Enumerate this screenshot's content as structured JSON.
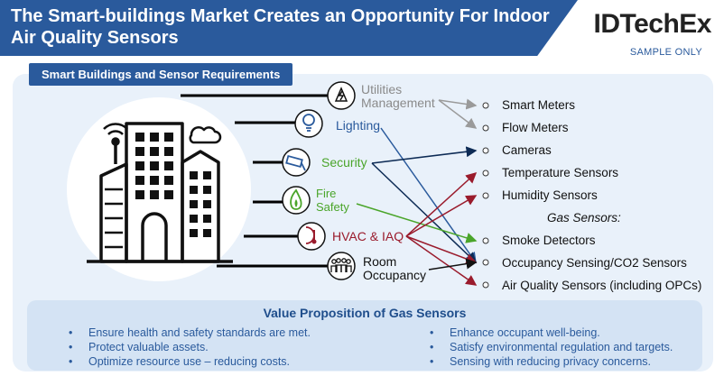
{
  "header": {
    "title": "The Smart-buildings Market Creates an Opportunity For Indoor Air Quality Sensors",
    "brand": "IDTechEx",
    "sample": "SAMPLE ONLY"
  },
  "section_badge": "Smart Buildings and Sensor Requirements",
  "sectors": [
    {
      "id": "utilities",
      "label_lines": [
        "Utilities",
        "Management"
      ],
      "icon": "lightning-icon",
      "color": "#8a8a8a"
    },
    {
      "id": "lighting",
      "label_lines": [
        "Lighting"
      ],
      "icon": "bulb-icon",
      "color": "#2a5a9c"
    },
    {
      "id": "security",
      "label_lines": [
        "Security"
      ],
      "icon": "camera-icon",
      "color": "#4aa52a"
    },
    {
      "id": "fire",
      "label_lines": [
        "Fire",
        "Safety"
      ],
      "icon": "flame-icon",
      "color": "#4aa52a"
    },
    {
      "id": "hvac",
      "label_lines": [
        "HVAC & IAQ"
      ],
      "icon": "thermometer-icon",
      "color": "#9a1b2c"
    },
    {
      "id": "occupancy",
      "label_lines": [
        "Room",
        "Occupancy"
      ],
      "icon": "people-icon",
      "color": "#111111"
    }
  ],
  "outputs": [
    "Smart Meters",
    "Flow Meters",
    "Cameras",
    "Temperature Sensors",
    "Humidity Sensors",
    "Smoke Detectors",
    "Occupancy Sensing/CO2 Sensors",
    "Air Quality Sensors (including OPCs)"
  ],
  "gas_sensors_header": "Gas Sensors:",
  "connections": [
    {
      "from": "utilities",
      "to": 0,
      "color": "#9a9a9a"
    },
    {
      "from": "utilities",
      "to": 1,
      "color": "#9a9a9a"
    },
    {
      "from": "lighting",
      "to": 6,
      "color": "#2a5a9c"
    },
    {
      "from": "security",
      "to": 2,
      "color": "#0d2b55"
    },
    {
      "from": "security",
      "to": 6,
      "color": "#0d2b55"
    },
    {
      "from": "fire",
      "to": 5,
      "color": "#4aa52a"
    },
    {
      "from": "hvac",
      "to": 3,
      "color": "#9a1b2c"
    },
    {
      "from": "hvac",
      "to": 4,
      "color": "#9a1b2c"
    },
    {
      "from": "hvac",
      "to": 6,
      "color": "#9a1b2c"
    },
    {
      "from": "hvac",
      "to": 7,
      "color": "#9a1b2c"
    },
    {
      "from": "occupancy",
      "to": 6,
      "color": "#111111"
    }
  ],
  "value_prop": {
    "title": "Value Proposition of Gas Sensors",
    "left": [
      "Ensure health and safety standards are met.",
      "Protect valuable assets.",
      "Optimize resource use – reducing costs."
    ],
    "right": [
      "Enhance occupant well-being.",
      "Satisfy environmental regulation and targets.",
      "Sensing with reducing privacy concerns."
    ]
  }
}
